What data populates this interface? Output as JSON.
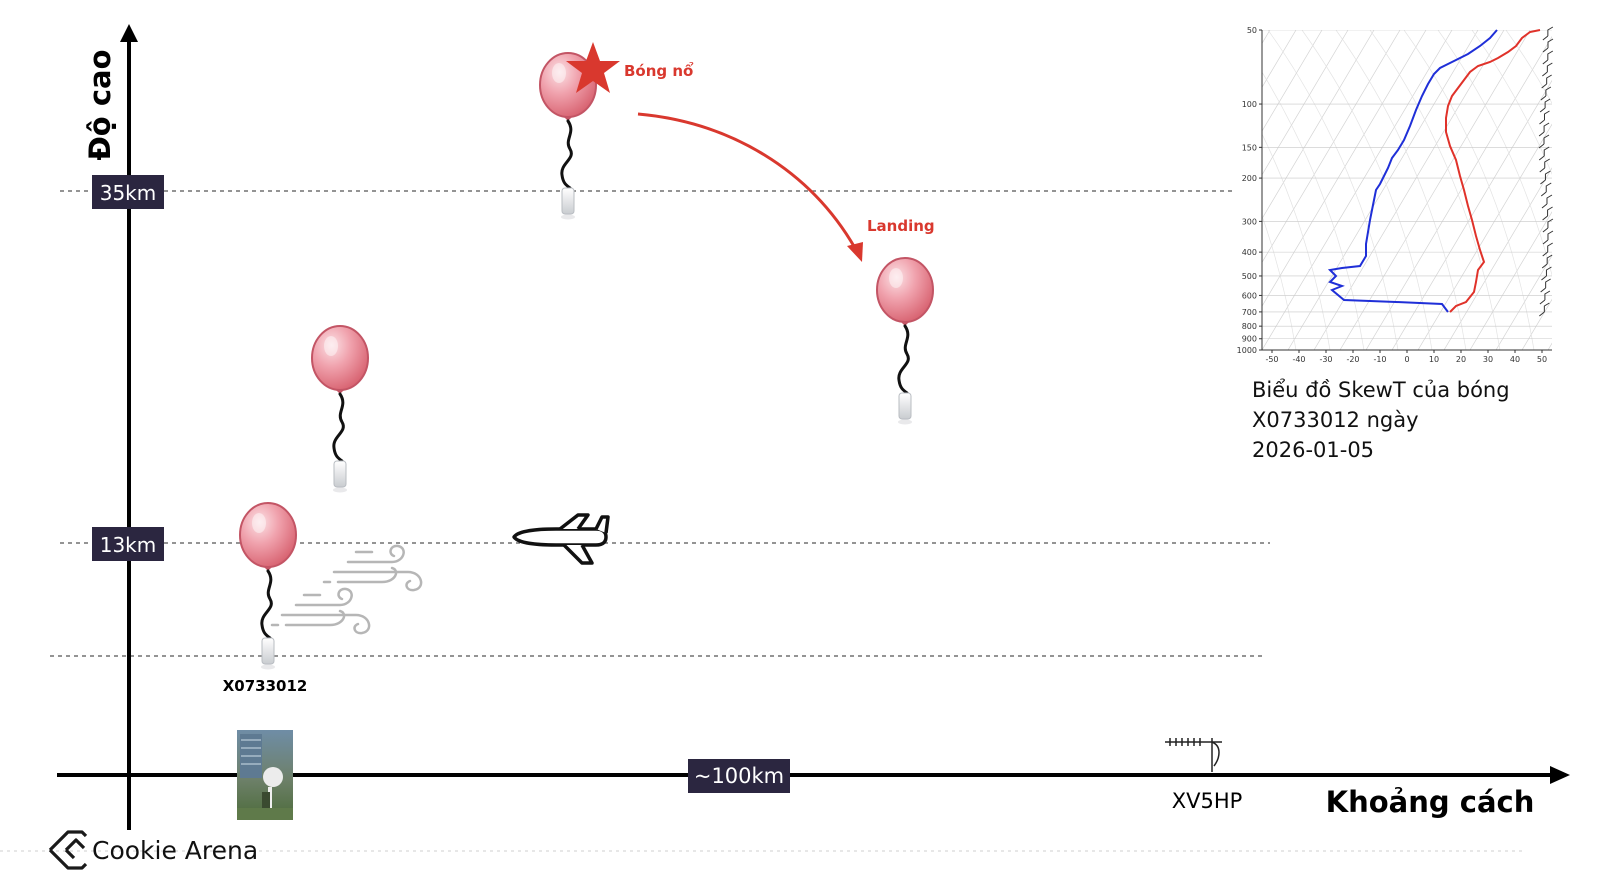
{
  "axes": {
    "y_label": "Độ cao",
    "x_label": "Khoảng cách"
  },
  "levels": [
    {
      "label": "35km"
    },
    {
      "label": "13km"
    }
  ],
  "distance_label": "~100km",
  "balloon_id": "X0733012",
  "burst_label": "Bóng nổ",
  "landing_label": "Landing",
  "station_label": "XV5HP",
  "logo_text": "Cookie Arena",
  "skewt": {
    "caption_lines": [
      "Biểu đồ SkewT của bóng",
      "X0733012 ngày",
      "2026-01-05"
    ],
    "pressure_ticks": [
      "50",
      "100",
      "150",
      "200",
      "300",
      "400",
      "500",
      "600",
      "700",
      "800",
      "900",
      "1000"
    ],
    "temp_ticks": [
      "-50",
      "-40",
      "-30",
      "-20",
      "-10",
      "0",
      "10",
      "20",
      "30",
      "40",
      "50"
    ]
  },
  "colors": {
    "accent_red": "#d9382e",
    "label_bg": "#2b2640",
    "balloon_pink": "#e8808d",
    "dewpoint_blue": "#1f2fd8",
    "temperature_red": "#e0322a"
  },
  "icons": [
    "balloon-icon",
    "burst-star-icon",
    "airplane-icon",
    "wind-icon",
    "antenna-icon",
    "photo-thumbnail",
    "cookie-arena-logo"
  ]
}
